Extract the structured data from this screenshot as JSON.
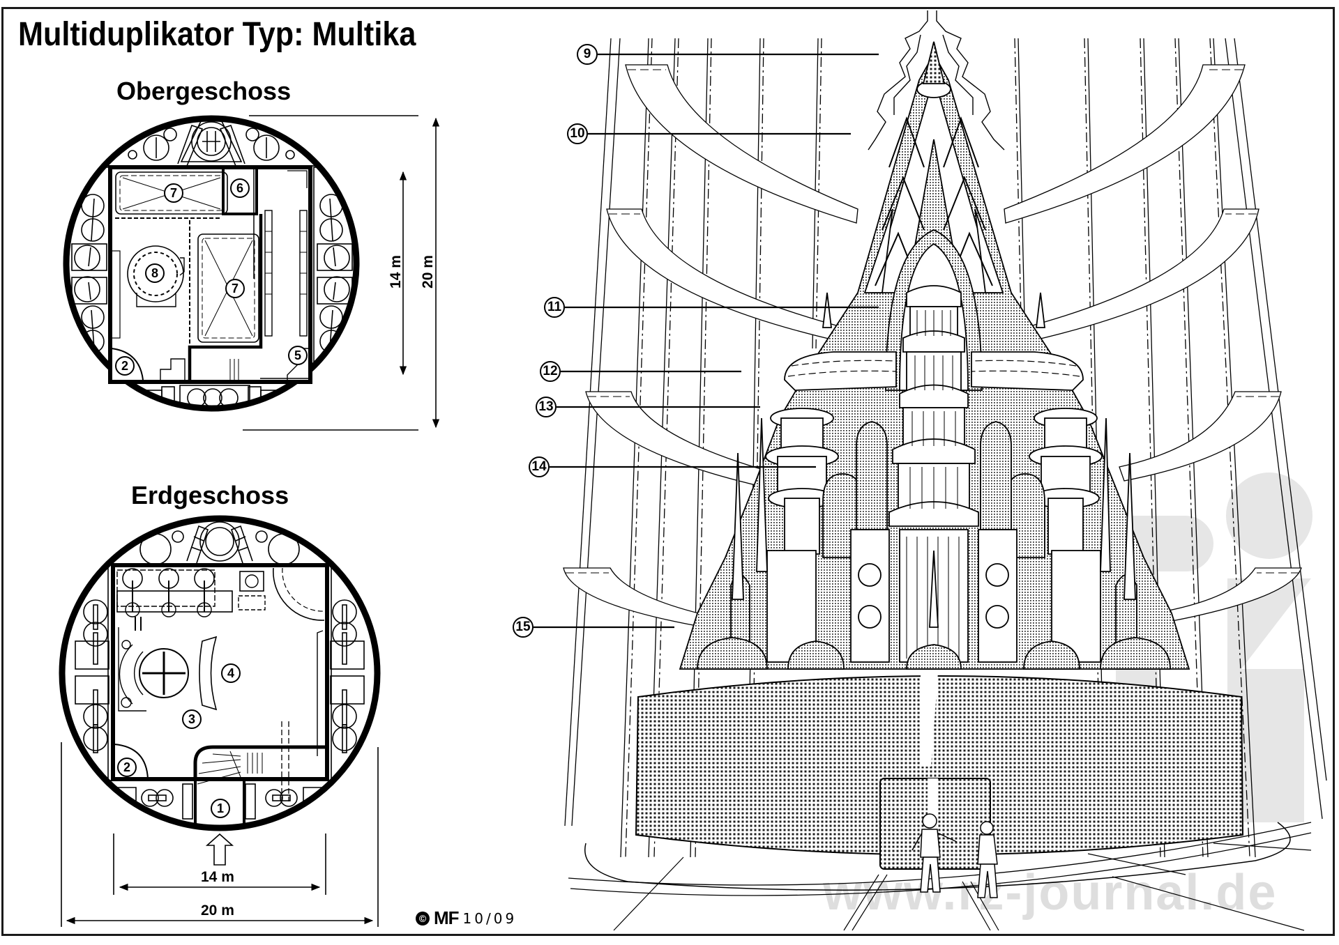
{
  "title": "Multiduplikator Typ: Multika",
  "upper_floor": {
    "heading": "Obergeschoss",
    "dim_inner": "14 m",
    "dim_outer": "20 m",
    "labels": [
      "7",
      "6",
      "8",
      "7",
      "2",
      "5"
    ]
  },
  "ground_floor": {
    "heading": "Erdgeschoss",
    "dim_inner": "14 m",
    "dim_outer": "20 m",
    "entrance_icon": "arrow-up-outline-icon",
    "labels": [
      "4",
      "3",
      "2",
      "1"
    ]
  },
  "elevation": {
    "callouts": [
      "9",
      "10",
      "11",
      "12",
      "13",
      "14",
      "15"
    ]
  },
  "credit": {
    "symbol": "©",
    "initials": "MF",
    "date": "10/09"
  },
  "watermark": "www.rz-journal.de",
  "colors": {
    "ink": "#000000",
    "paper": "#ffffff",
    "watermark": "#d9d9d9",
    "halftone": "#555555"
  }
}
